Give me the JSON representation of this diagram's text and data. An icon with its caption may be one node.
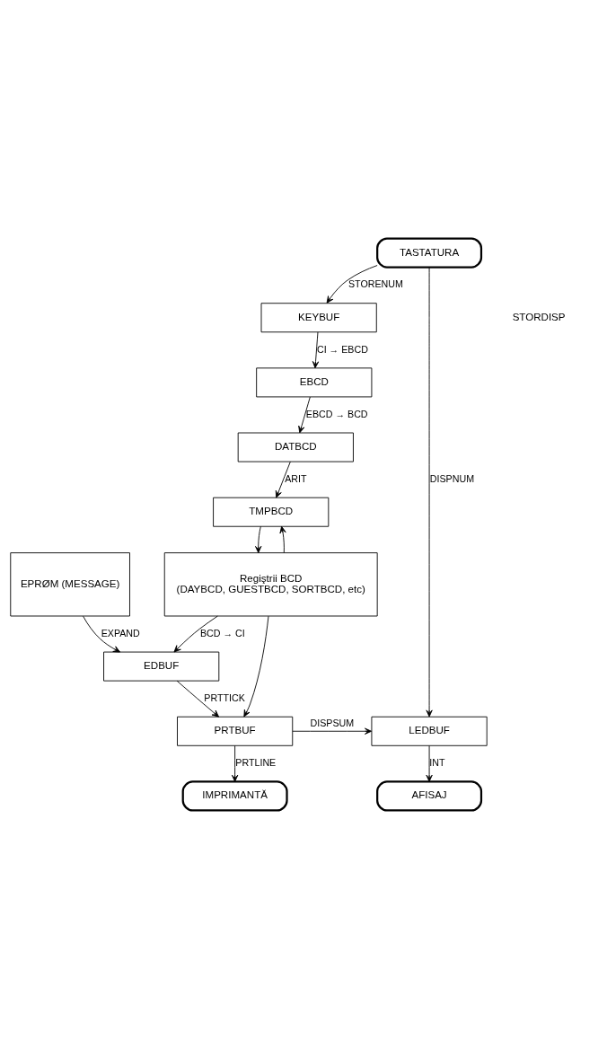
{
  "diagram": {
    "nodes": [
      {
        "text": [
          "TASTATURA"
        ]
      },
      {
        "text": [
          "KEYBUF"
        ]
      },
      {
        "text": [
          "EBCD"
        ]
      },
      {
        "text": [
          "DATBCD"
        ]
      },
      {
        "text": [
          "TMPBCD"
        ]
      },
      {
        "text": [
          "Regiştrii BCD",
          "(DAYBCD, GUESTBCD, SORTBCD, etc)"
        ]
      },
      {
        "text": [
          "EPRØM (MESSAGE)"
        ]
      },
      {
        "text": [
          "EDBUF"
        ]
      },
      {
        "text": [
          "PRTBUF"
        ]
      },
      {
        "text": [
          "LEDBUF"
        ]
      },
      {
        "text": [
          "IMPRIMANTĂ"
        ]
      },
      {
        "text": [
          "AFISAJ"
        ]
      }
    ],
    "edges": [
      {
        "from": 0,
        "to": 1,
        "arrow": "to",
        "label": "STORENUM"
      },
      {
        "from": 0,
        "to": 9,
        "arrow": "to",
        "label": "DISPNUM"
      },
      {
        "from": 1,
        "to": 2,
        "arrow": "to",
        "label": "CI → EBCD"
      },
      {
        "from": 2,
        "to": 3,
        "arrow": "to",
        "label": "EBCD → BCD"
      },
      {
        "from": 3,
        "to": 4,
        "arrow": "to",
        "label": "ARIT"
      },
      {
        "from": 4,
        "to": 5,
        "arrow": "to"
      },
      {
        "from": 5,
        "to": 4,
        "arrow": "to"
      },
      {
        "from": 5,
        "to": 7,
        "arrow": "to",
        "label": "BCD → CI"
      },
      {
        "from": 5,
        "to": 8,
        "arrow": "to"
      },
      {
        "from": 6,
        "to": 7,
        "arrow": "to",
        "label": "EXPAND"
      },
      {
        "from": 7,
        "to": 8,
        "arrow": "to",
        "label": "PRTTICK"
      },
      {
        "from": 8,
        "to": 9,
        "arrow": "to",
        "label": "DISPSUM"
      },
      {
        "from": 8,
        "to": 10,
        "arrow": "to",
        "label": "PRTLINE"
      },
      {
        "from": 9,
        "to": 11,
        "arrow": "to",
        "label": "INT"
      }
    ],
    "labels": [
      "STORDISP"
    ]
  }
}
